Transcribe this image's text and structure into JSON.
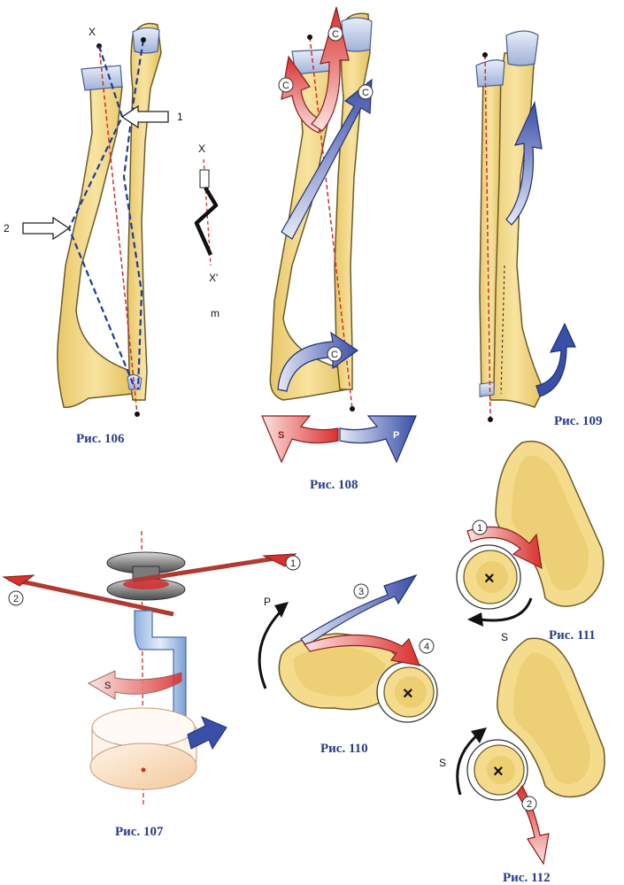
{
  "figures": {
    "fig106": {
      "caption": "Рис. 106",
      "labels": {
        "axis_top": "X",
        "pointer_1": "1",
        "pointer_2": "2"
      }
    },
    "inset": {
      "axis_top": "X",
      "axis_bottom": "X'",
      "label_m": "m"
    },
    "fig107": {
      "caption": "Рис. 107",
      "labels": {
        "cord_1": "1",
        "cord_2": "2",
        "rotation": "S"
      }
    },
    "fig108": {
      "caption": "Рис. 108",
      "labels": {
        "c_top_left": "C",
        "c_top_mid": "C",
        "c_right": "C",
        "c_bottom": "C",
        "supination": "S",
        "pronation": "P"
      }
    },
    "fig109": {
      "caption": "Рис. 109"
    },
    "fig110": {
      "caption": "Рис. 110",
      "labels": {
        "pronation": "P",
        "arrow_3": "3",
        "arrow_4": "4",
        "center": "×"
      }
    },
    "fig111": {
      "caption": "Рис. 111",
      "labels": {
        "arrow_1": "1",
        "rotation": "S",
        "center": "×"
      }
    },
    "fig112": {
      "caption": "Рис. 112",
      "labels": {
        "arrow_2": "2",
        "rotation": "S",
        "center": "×"
      }
    }
  },
  "colors": {
    "bone_fill": "#f5dc8c",
    "bone_shade": "#e2bf5a",
    "bone_outline": "#6b5a2a",
    "axis_red": "#d42a2a",
    "blue_line": "#1e3a9a",
    "caption_blue": "#2b3a8a",
    "arrow_red": "#d9302e",
    "arrow_blue": "#3a4fa8",
    "cartilage": "#aebedf"
  }
}
